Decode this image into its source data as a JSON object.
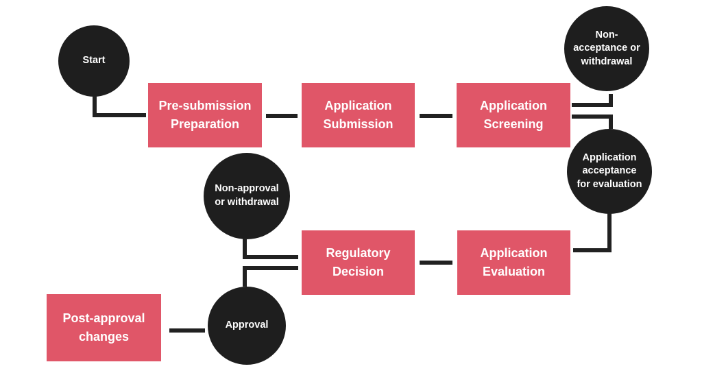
{
  "diagram": {
    "type": "flowchart",
    "colors": {
      "background": "#ffffff",
      "process_box_fill": "#e05668",
      "terminal_circle_fill": "#1e1e1e",
      "connector_line": "#212121",
      "label_text": "#ffffff"
    },
    "nodes": [
      {
        "id": "start",
        "shape": "circle",
        "label": "Start"
      },
      {
        "id": "pre-submission-preparation",
        "shape": "rect",
        "label": "Pre-submission\nPreparation"
      },
      {
        "id": "application-submission",
        "shape": "rect",
        "label": "Application\nSubmission"
      },
      {
        "id": "application-screening",
        "shape": "rect",
        "label": "Application\nScreening"
      },
      {
        "id": "non-acceptance-or-withdrawal",
        "shape": "circle",
        "label": "Non-\nacceptance or\nwithdrawal"
      },
      {
        "id": "application-acceptance-for-evaluation",
        "shape": "circle",
        "label": "Application\nacceptance\nfor evaluation"
      },
      {
        "id": "application-evaluation",
        "shape": "rect",
        "label": "Application\nEvaluation"
      },
      {
        "id": "regulatory-decision",
        "shape": "rect",
        "label": "Regulatory\nDecision"
      },
      {
        "id": "non-approval-or-withdrawal",
        "shape": "circle",
        "label": "Non-approval\nor withdrawal"
      },
      {
        "id": "approval",
        "shape": "circle",
        "label": "Approval"
      },
      {
        "id": "post-approval-changes",
        "shape": "rect",
        "label": "Post-approval\nchanges"
      }
    ],
    "edges": [
      {
        "from": "start",
        "to": "pre-submission-preparation"
      },
      {
        "from": "pre-submission-preparation",
        "to": "application-submission"
      },
      {
        "from": "application-submission",
        "to": "application-screening"
      },
      {
        "from": "application-screening",
        "to": "non-acceptance-or-withdrawal"
      },
      {
        "from": "application-screening",
        "to": "application-acceptance-for-evaluation"
      },
      {
        "from": "application-acceptance-for-evaluation",
        "to": "application-evaluation"
      },
      {
        "from": "application-evaluation",
        "to": "regulatory-decision"
      },
      {
        "from": "regulatory-decision",
        "to": "non-approval-or-withdrawal"
      },
      {
        "from": "regulatory-decision",
        "to": "approval"
      },
      {
        "from": "approval",
        "to": "post-approval-changes"
      }
    ]
  }
}
